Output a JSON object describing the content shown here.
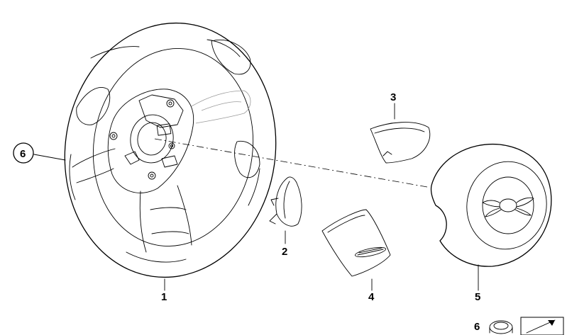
{
  "parts": [
    {
      "number": "1",
      "name": "steering-wheel"
    },
    {
      "number": "2",
      "name": "small-cover"
    },
    {
      "number": "3",
      "name": "upper-spoke-cover"
    },
    {
      "number": "4",
      "name": "lower-spoke-cover"
    },
    {
      "number": "5",
      "name": "airbag-module"
    },
    {
      "number": "6",
      "name": "screw"
    }
  ],
  "inset": {
    "number": "6"
  }
}
